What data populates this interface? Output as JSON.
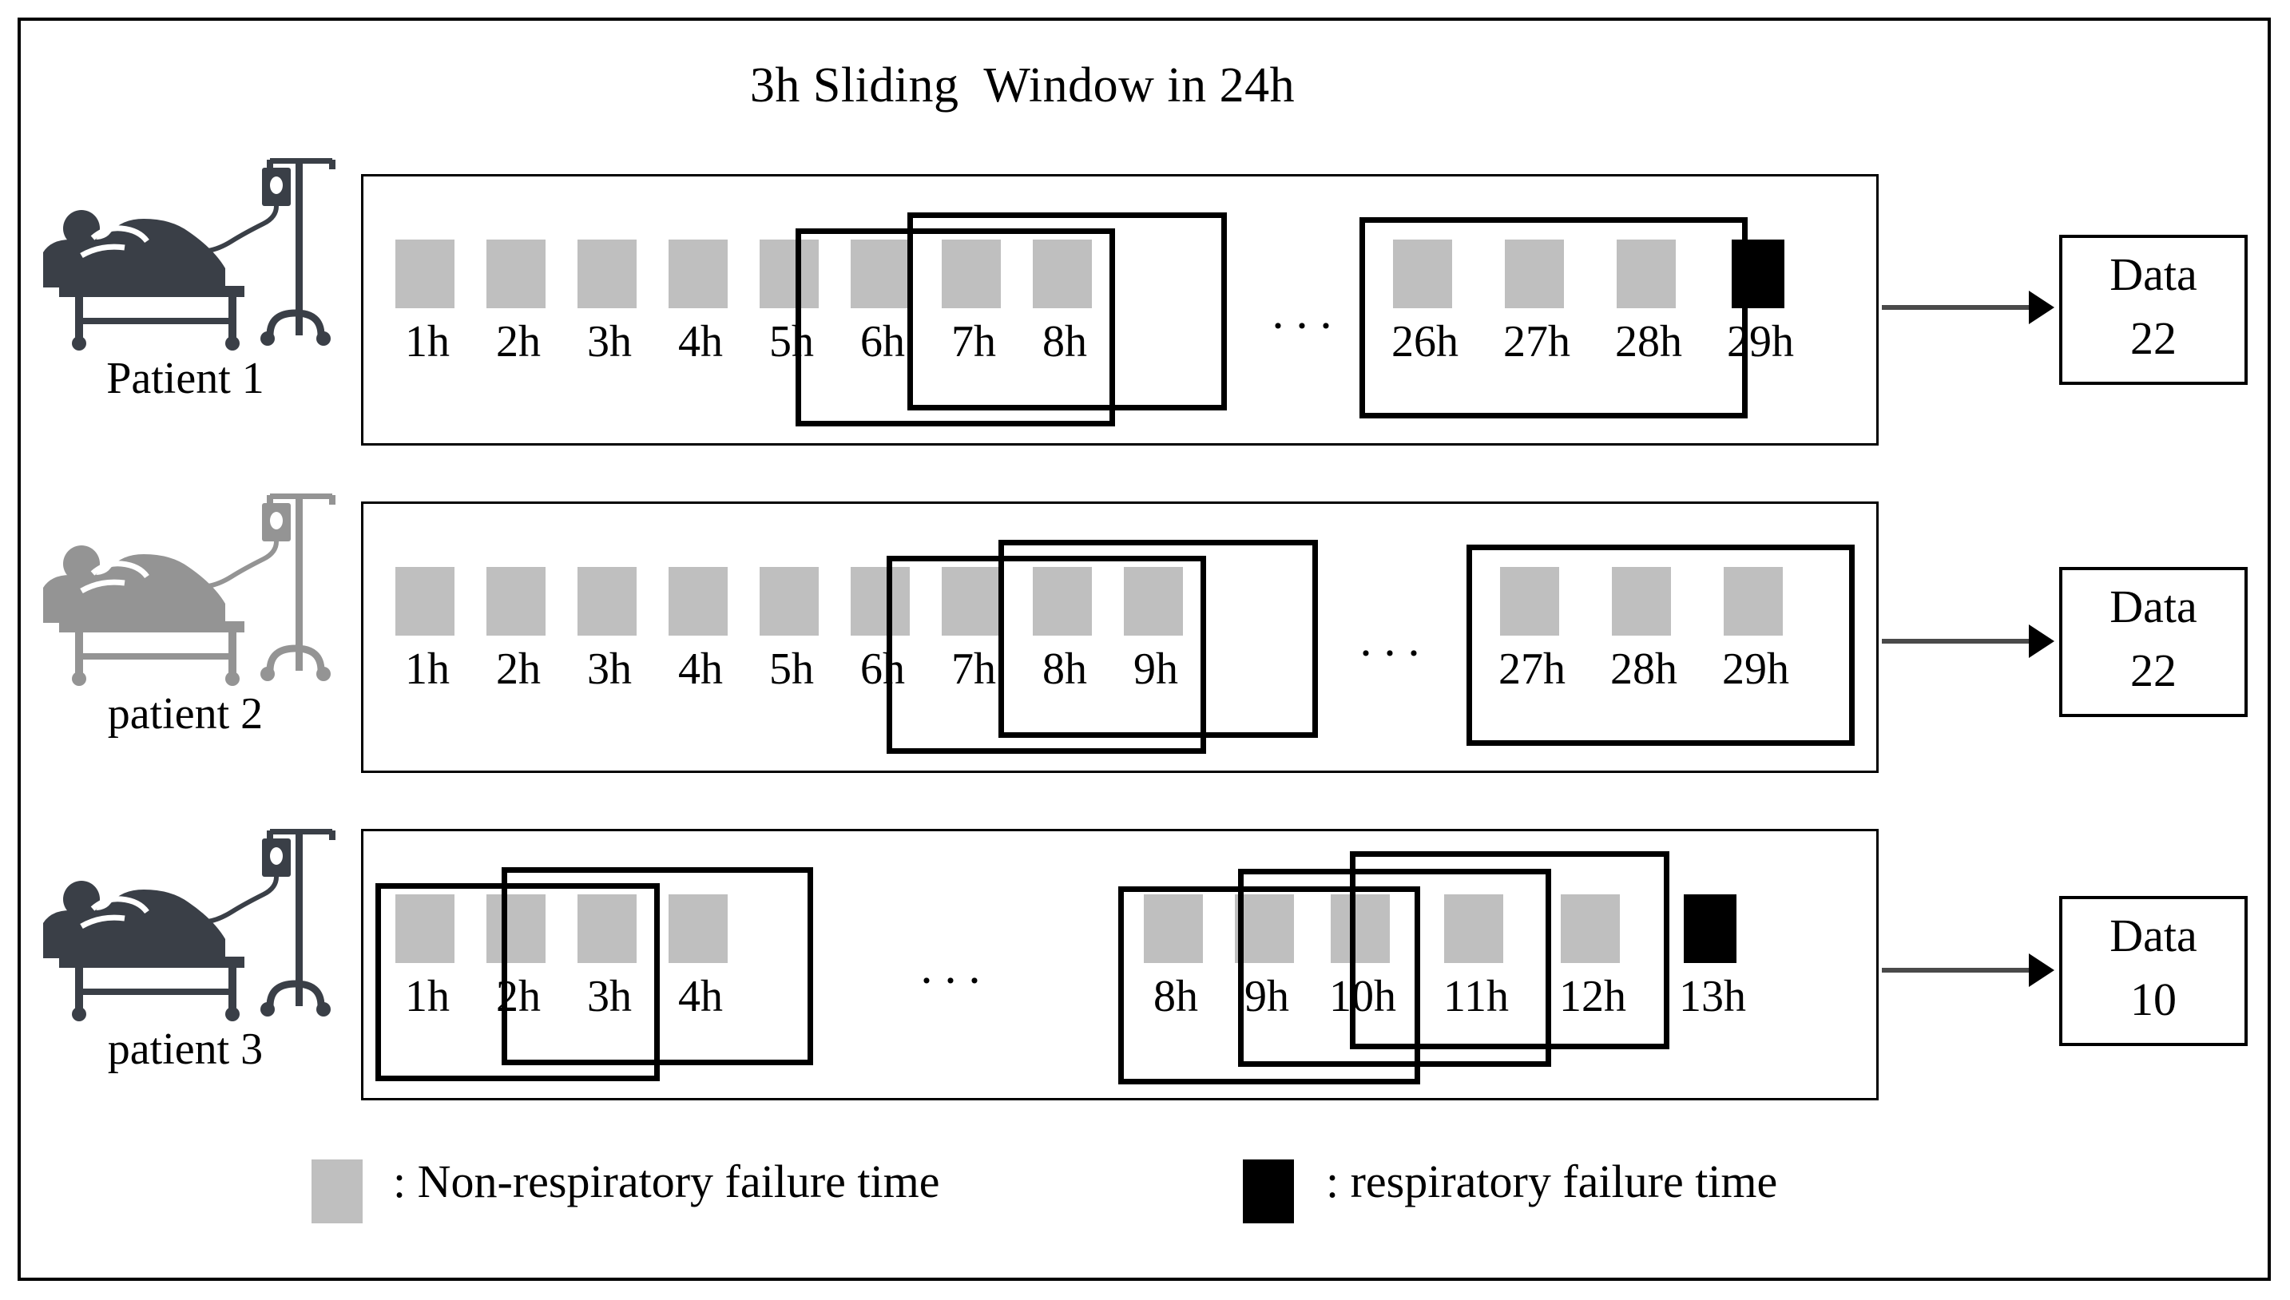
{
  "title": "3h Sliding  Window in 24h",
  "colors": {
    "non_failure_swatch": "#bfbfbf",
    "failure_swatch": "#000000",
    "frame": "#000000",
    "patient1_icon": "#3a3f47",
    "patient2_icon": "#949494",
    "patient3_icon": "#3a3f47"
  },
  "ellipsis": "···",
  "patients": [
    {
      "label": "Patient 1",
      "icon": "patient-in-bed-with-iv-icon",
      "icon_tone": "dark",
      "cells": [
        {
          "hour": "1h",
          "failure": false
        },
        {
          "hour": "2h",
          "failure": false
        },
        {
          "hour": "3h",
          "failure": false
        },
        {
          "hour": "4h",
          "failure": false
        },
        {
          "hour": "5h",
          "failure": false
        },
        {
          "hour": "6h",
          "failure": false
        },
        {
          "hour": "7h",
          "failure": false
        },
        {
          "hour": "8h",
          "failure": false
        },
        {
          "hour": "26h",
          "failure": false
        },
        {
          "hour": "27h",
          "failure": false
        },
        {
          "hour": "28h",
          "failure": false
        },
        {
          "hour": "29h",
          "failure": true
        }
      ],
      "windows": [
        {
          "span": "5h-7h"
        },
        {
          "span": "6h-8h"
        },
        {
          "span": "26h-28h"
        }
      ],
      "output": {
        "word": "Data",
        "number": "22"
      }
    },
    {
      "label": "patient 2",
      "icon": "patient-in-bed-with-iv-icon",
      "icon_tone": "light",
      "cells": [
        {
          "hour": "1h",
          "failure": false
        },
        {
          "hour": "2h",
          "failure": false
        },
        {
          "hour": "3h",
          "failure": false
        },
        {
          "hour": "4h",
          "failure": false
        },
        {
          "hour": "5h",
          "failure": false
        },
        {
          "hour": "6h",
          "failure": false
        },
        {
          "hour": "7h",
          "failure": false
        },
        {
          "hour": "8h",
          "failure": false
        },
        {
          "hour": "9h",
          "failure": false
        },
        {
          "hour": "27h",
          "failure": false
        },
        {
          "hour": "28h",
          "failure": false
        },
        {
          "hour": "29h",
          "failure": false
        }
      ],
      "windows": [
        {
          "span": "6h-8h"
        },
        {
          "span": "7h-9h"
        },
        {
          "span": "27h-29h"
        }
      ],
      "output": {
        "word": "Data",
        "number": "22"
      }
    },
    {
      "label": "patient 3",
      "icon": "patient-in-bed-with-iv-icon",
      "icon_tone": "dark",
      "cells": [
        {
          "hour": "1h",
          "failure": false
        },
        {
          "hour": "2h",
          "failure": false
        },
        {
          "hour": "3h",
          "failure": false
        },
        {
          "hour": "4h",
          "failure": false
        },
        {
          "hour": "8h",
          "failure": false
        },
        {
          "hour": "9h",
          "failure": false
        },
        {
          "hour": "10h",
          "failure": false
        },
        {
          "hour": "11h",
          "failure": false
        },
        {
          "hour": "12h",
          "failure": false
        },
        {
          "hour": "13h",
          "failure": true
        }
      ],
      "windows": [
        {
          "span": "1h-3h"
        },
        {
          "span": "2h-4h"
        },
        {
          "span": "8h-10h"
        },
        {
          "span": "9h-11h"
        },
        {
          "span": "10h-12h"
        }
      ],
      "output": {
        "word": "Data",
        "number": "10"
      }
    }
  ],
  "legend": [
    {
      "swatch": "gray",
      "text": ": Non-respiratory failure time"
    },
    {
      "swatch": "black",
      "text": ": respiratory failure time"
    }
  ]
}
